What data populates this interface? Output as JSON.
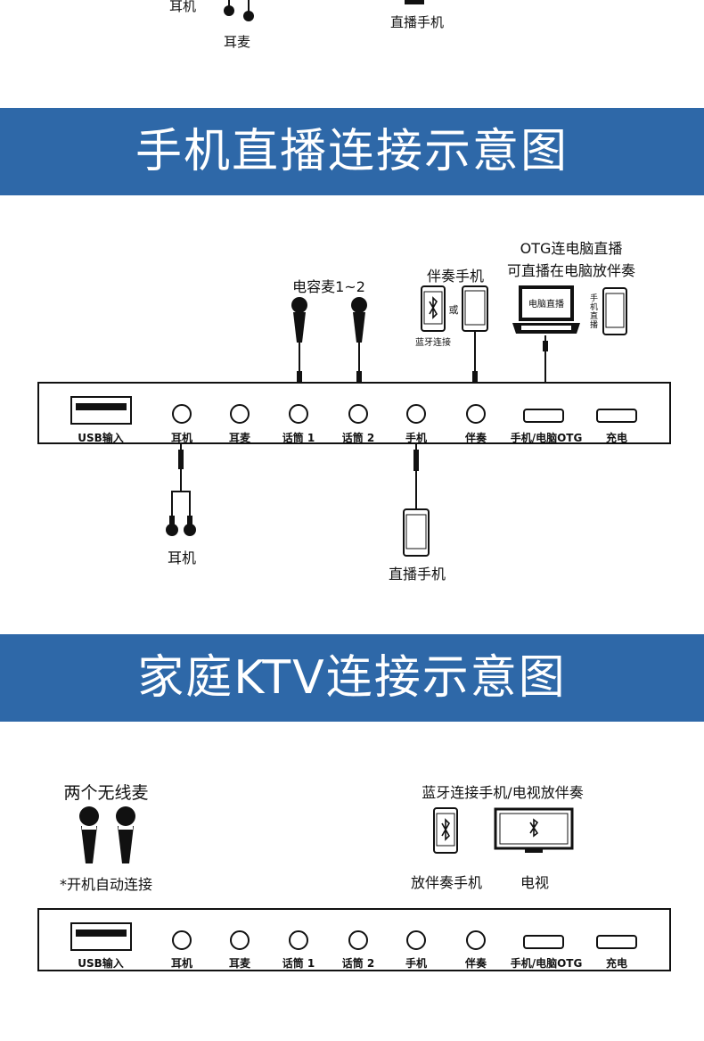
{
  "top_fragment": {
    "earphone_label": "耳机",
    "earmic_label": "耳麦",
    "phone_label": "直播手机"
  },
  "banner1": {
    "title": "手机直播连接示意图"
  },
  "banner2": {
    "title": "家庭KTV连接示意图"
  },
  "ports": [
    "USB输入",
    "耳机",
    "耳麦",
    "话筒 1",
    "话筒 2",
    "手机",
    "伴奏",
    "手机/电脑OTG",
    "充电"
  ],
  "diagram1": {
    "mic_label": "电容麦1~2",
    "accomp_label": "伴奏手机",
    "or_label": "或",
    "bluetooth_label": "蓝牙连接",
    "otg_line1": "OTG连电脑直播",
    "otg_line2": "可直播在电脑放伴奏",
    "laptop_screen": "电脑直播",
    "phone_live_vertical": "手机直播",
    "earphone_label": "耳机",
    "phone_label": "直播手机"
  },
  "diagram2": {
    "mics_label": "两个无线麦",
    "auto_note": "*开机自动连接",
    "bt_title": "蓝牙连接手机/电视放伴奏",
    "phone_label": "放伴奏手机",
    "tv_label": "电视"
  },
  "colors": {
    "banner": "#2e68a8",
    "line": "#111111"
  }
}
